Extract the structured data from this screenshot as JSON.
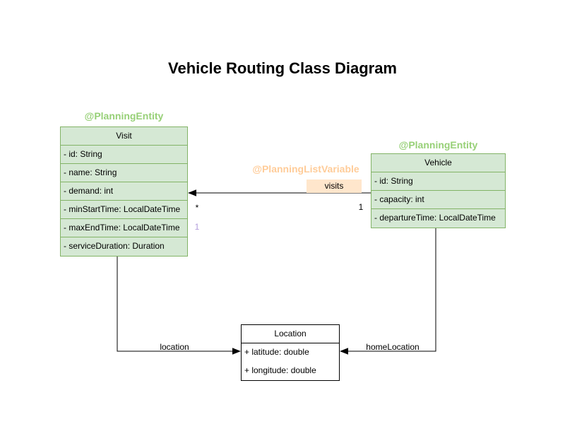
{
  "title": "Vehicle Routing Class Diagram",
  "colors": {
    "background": "#ffffff",
    "class_green_fill": "#d5e8d4",
    "class_green_stroke": "#82b366",
    "annotation_green": "#97d077",
    "edge_label_fill": "#ffe6cc",
    "annotation_orange": "#ffcc99",
    "orphan_marker_purple": "#b39ddb",
    "line_color": "#000000"
  },
  "classes": {
    "visit": {
      "annotation": "@PlanningEntity",
      "name": "Visit",
      "attributes": [
        "- id: String",
        "- name: String",
        "- demand: int",
        "- minStartTime: LocalDateTime",
        "- maxEndTime: LocalDateTime",
        "- serviceDuration: Duration"
      ]
    },
    "vehicle": {
      "annotation": "@PlanningEntity",
      "name": "Vehicle",
      "attributes": [
        "- id: String",
        "- capacity: int",
        "- departureTime: LocalDateTime"
      ]
    },
    "location": {
      "name": "Location",
      "attributes": [
        "+ latitude: double",
        "+ longitude: double"
      ]
    }
  },
  "relations": {
    "visits": {
      "annotation": "@PlanningListVariable",
      "label": "visits",
      "vehicle_end_multiplicity": "1",
      "visit_end_multiplicity": "*",
      "orphan_marker": "1"
    },
    "location": {
      "label": "location"
    },
    "home_location": {
      "label": "homeLocation"
    }
  }
}
